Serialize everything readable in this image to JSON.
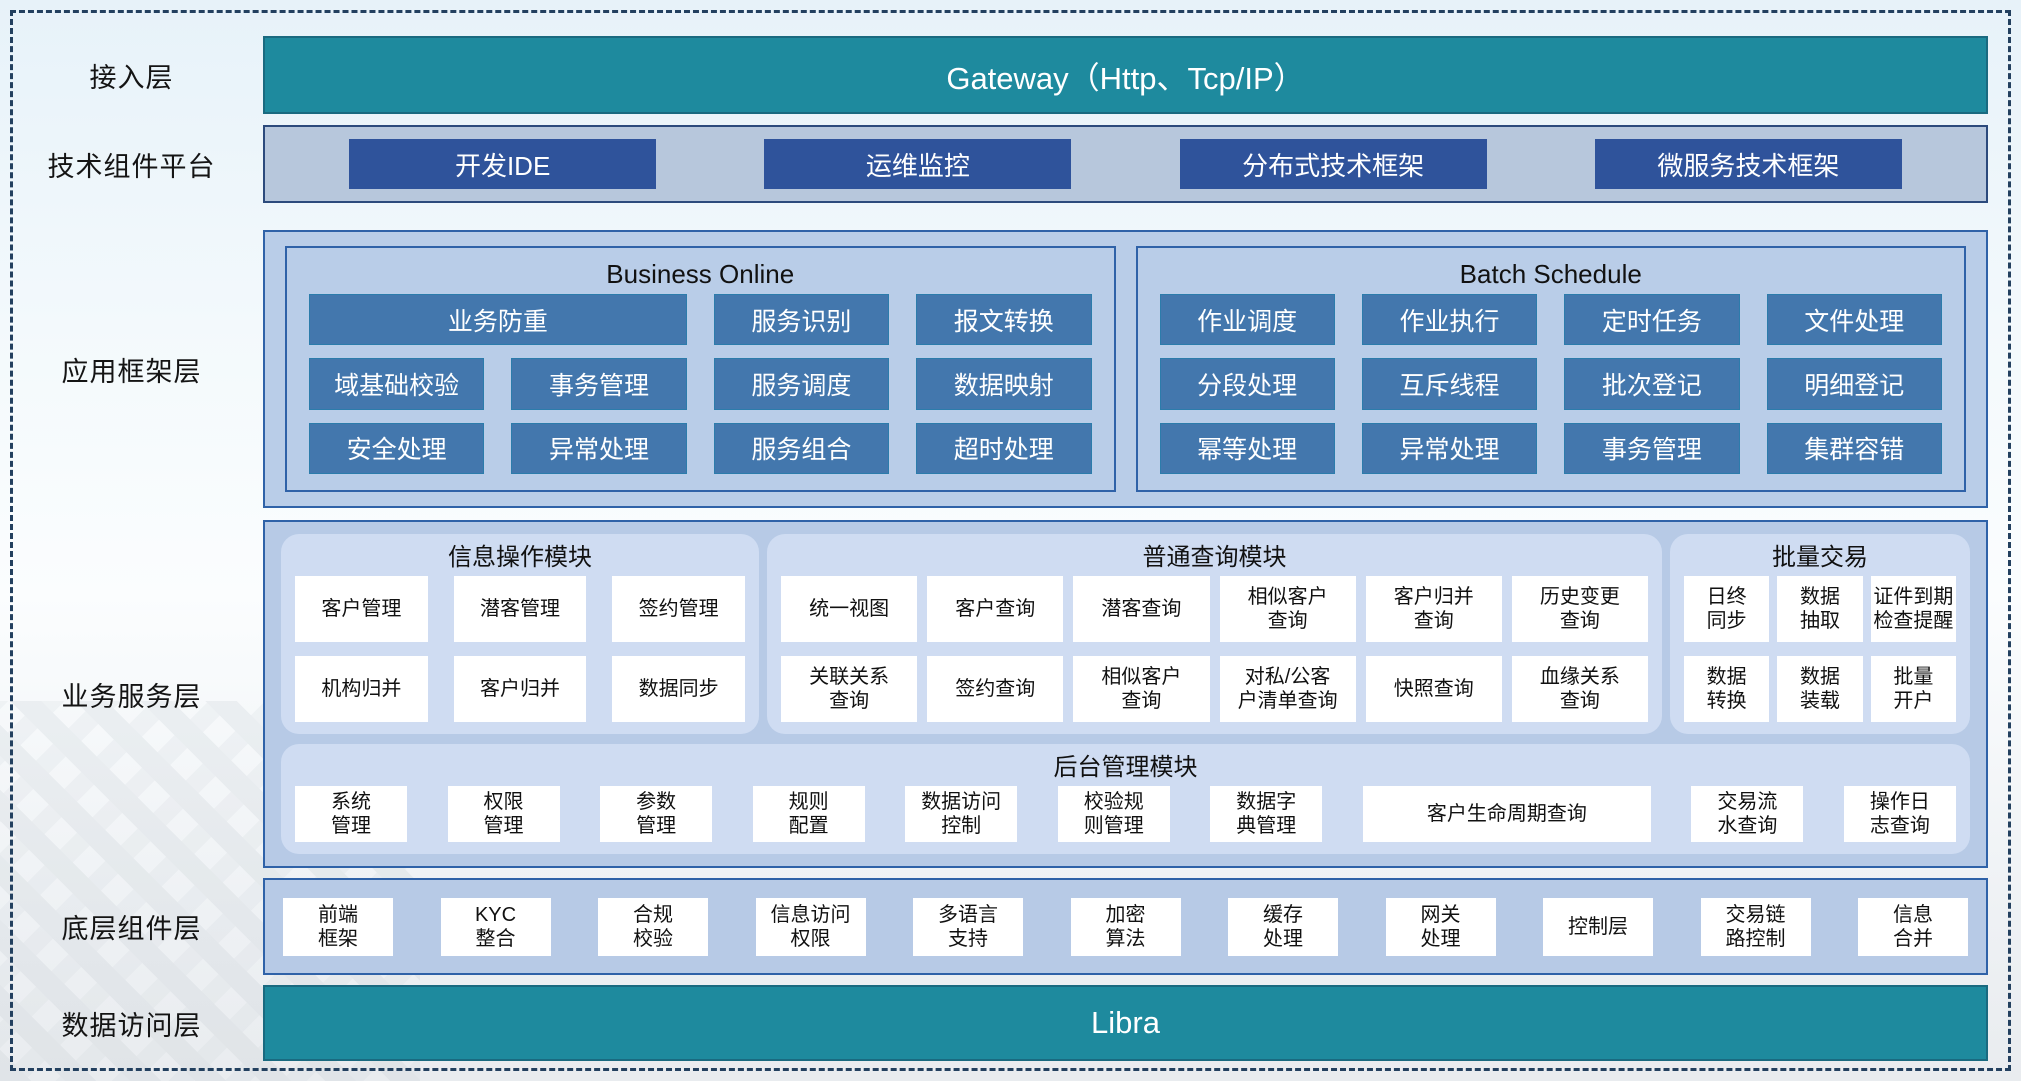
{
  "colors": {
    "teal": "#1e8a9e",
    "navy_button": "#2f539b",
    "steel_button": "#4377ad",
    "container_blue": "#b9cde8",
    "panel_blue": "#cfdcf2",
    "border_blue": "#2f62a8",
    "dashed_frame": "#23405f"
  },
  "layers": {
    "access": {
      "label": "接入层",
      "bar": "Gateway（Http、Tcp/IP）"
    },
    "tech": {
      "label": "技术组件平台",
      "buttons": [
        "开发IDE",
        "运维监控",
        "分布式技术框架",
        "微服务技术框架"
      ]
    },
    "app_framework": {
      "label": "应用框架层",
      "groups": [
        {
          "title": "Business Online",
          "items": [
            "业务防重",
            "服务识别",
            "报文转换",
            "域基础校验",
            "事务管理",
            "服务调度",
            "数据映射",
            "安全处理",
            "异常处理",
            "服务组合",
            "超时处理"
          ]
        },
        {
          "title": "Batch Schedule",
          "items": [
            "作业调度",
            "作业执行",
            "定时任务",
            "文件处理",
            "分段处理",
            "互斥线程",
            "批次登记",
            "明细登记",
            "幂等处理",
            "异常处理",
            "事务管理",
            "集群容错"
          ]
        }
      ]
    },
    "business": {
      "label": "业务服务层",
      "modules": [
        {
          "title": "信息操作模块",
          "items": [
            "客户管理",
            "潜客管理",
            "签约管理",
            "机构归并",
            "客户归并",
            "数据同步"
          ]
        },
        {
          "title": "普通查询模块",
          "items": [
            "统一视图",
            "客户查询",
            "潜客查询",
            "相似客户\n查询",
            "客户归并\n查询",
            "历史变更\n查询",
            "关联关系\n查询",
            "签约查询",
            "相似客户\n查询",
            "对私/公客\n户清单查询",
            "快照查询",
            "血缘关系\n查询"
          ]
        },
        {
          "title": "批量交易",
          "items": [
            "日终\n同步",
            "数据\n抽取",
            "证件到期\n检查提醒",
            "数据\n转换",
            "数据\n装载",
            "批量\n开户"
          ]
        }
      ],
      "admin": {
        "title": "后台管理模块",
        "items": [
          "系统\n管理",
          "权限\n管理",
          "参数\n管理",
          "规则\n配置",
          "数据访问\n控制",
          "校验规\n则管理",
          "数据字\n典管理",
          "客户生命周期查询",
          "交易流\n水查询",
          "操作日\n志查询"
        ]
      }
    },
    "base": {
      "label": "底层组件层",
      "items": [
        "前端\n框架",
        "KYC\n整合",
        "合规\n校验",
        "信息访问\n权限",
        "多语言\n支持",
        "加密\n算法",
        "缓存\n处理",
        "网关\n处理",
        "控制层",
        "交易链\n路控制",
        "信息\n合并"
      ]
    },
    "data_access": {
      "label": "数据访问层",
      "bar": "Libra"
    }
  }
}
